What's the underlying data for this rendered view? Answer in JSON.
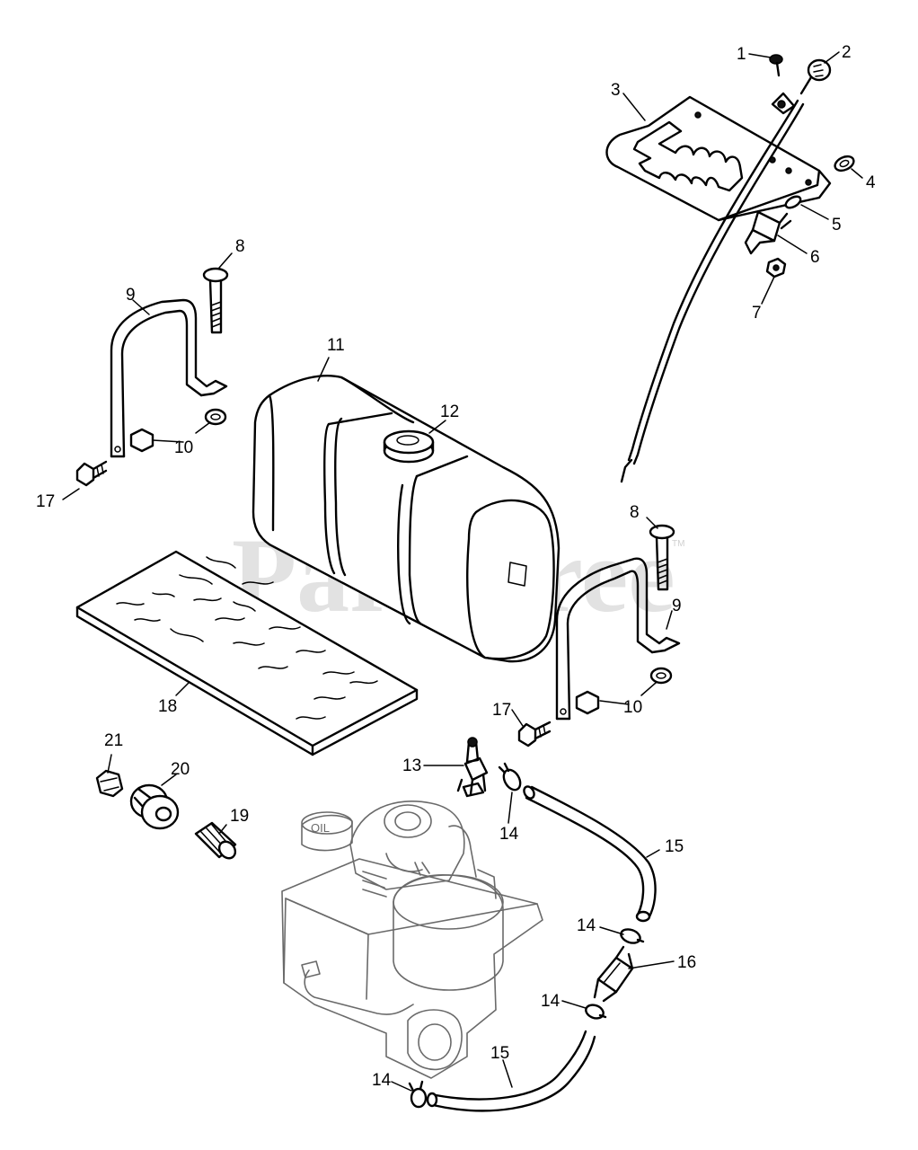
{
  "watermark": {
    "text": "PartsTree",
    "trademark": "TM"
  },
  "callouts": [
    "1",
    "2",
    "3",
    "4",
    "5",
    "6",
    "7",
    "8",
    "8",
    "9",
    "9",
    "10",
    "10",
    "11",
    "12",
    "13",
    "14",
    "14",
    "14",
    "14",
    "15",
    "15",
    "16",
    "17",
    "17",
    "18",
    "19",
    "20",
    "21"
  ],
  "engine_labels": {
    "oil": "OIL"
  },
  "colors": {
    "ink": "#000000",
    "watermark": "#e2e2e2",
    "engine_line": "#6a6a6a"
  }
}
